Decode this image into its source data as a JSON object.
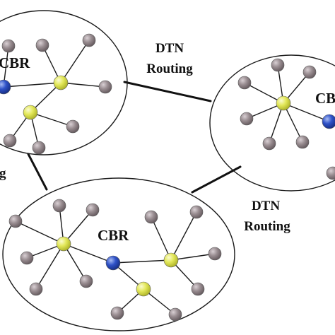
{
  "colors": {
    "background": "#ffffff",
    "outline": "#1a1a1a",
    "node_member": "#8c7f84",
    "node_member_highlight": "#d9d0d4",
    "node_cluster_head": "#e3e85a",
    "node_cluster_head_highlight": "#fbfbd0",
    "node_gateway": "#2f52c8",
    "node_gateway_highlight": "#a8bcf4"
  },
  "icons": [
    "member-node-icon",
    "cluster-head-node-icon",
    "gateway-node-icon"
  ],
  "labels": {
    "cbr_top_left": "CBR",
    "cbr_right": "CB",
    "cbr_bottom": "CBR",
    "dtn_top_line1": "DTN",
    "dtn_top_line2": "Routing",
    "dtn_bottom_line1": "DTN",
    "dtn_bottom_line2": "Routing",
    "routing_fragment_left": "g"
  }
}
